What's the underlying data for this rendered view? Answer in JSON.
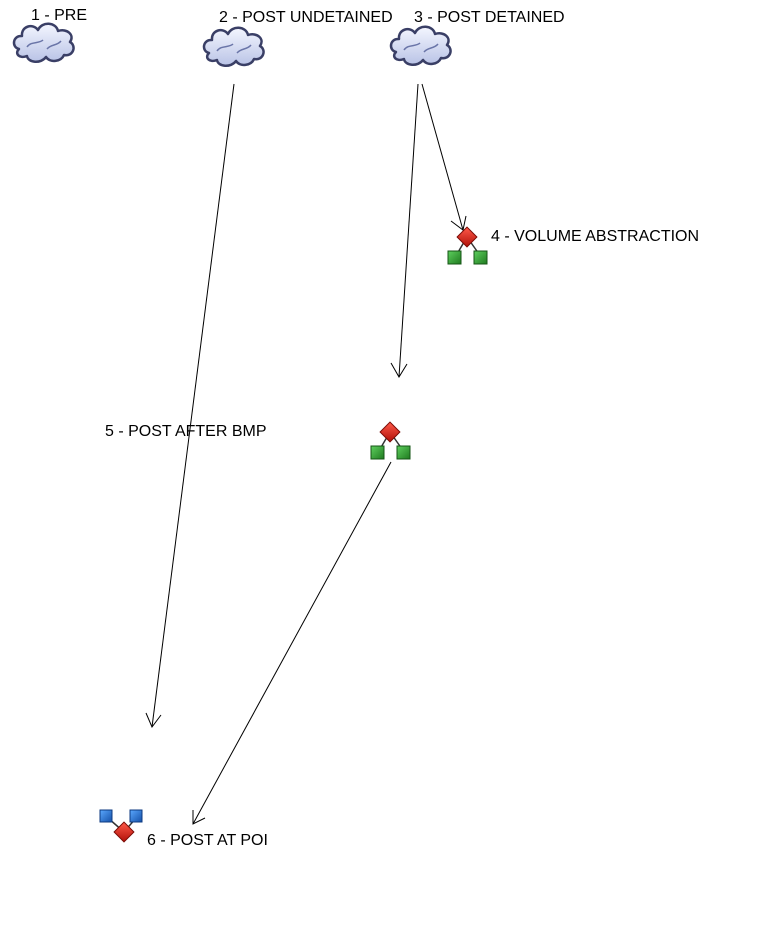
{
  "nodes": [
    {
      "id": "n1",
      "label": "1 - PRE",
      "icon": "cloud-icon"
    },
    {
      "id": "n2",
      "label": "2 - POST UNDETAINED",
      "icon": "cloud-icon"
    },
    {
      "id": "n3",
      "label": "3 - POST DETAINED",
      "icon": "cloud-icon"
    },
    {
      "id": "n4",
      "label": "4 - VOLUME ABSTRACTION",
      "icon": "split-node-icon"
    },
    {
      "id": "n5",
      "label": "5 - POST AFTER BMP",
      "icon": "split-node-icon"
    },
    {
      "id": "n6",
      "label": "6 - POST AT POI",
      "icon": "join-node-icon"
    }
  ],
  "edges": [
    {
      "from": "n3",
      "to": "n4"
    },
    {
      "from": "n3",
      "to": "n5"
    },
    {
      "from": "n2",
      "to": "n6"
    },
    {
      "from": "n5",
      "to": "n6"
    }
  ],
  "colors": {
    "cloud_fill": "#dde4f8",
    "cloud_outline": "#3a3f66",
    "node_red": "#cc1a10",
    "node_green": "#2e9a2e",
    "node_blue": "#1f6fd0",
    "edge": "#000000"
  }
}
